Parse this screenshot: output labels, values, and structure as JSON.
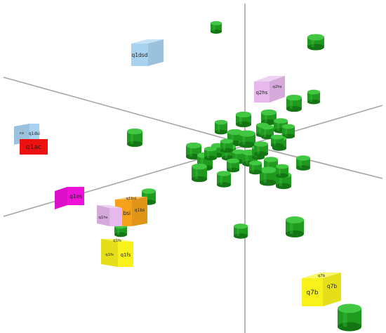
{
  "colors": {
    "background": "#ffffff",
    "axis": "#a6a6a6",
    "cylinder": "#1f9a1f",
    "cylinder_top": "#42c742",
    "cylinder_dark": "#137513"
  },
  "axes": [
    {
      "id": "vertical-axis"
    },
    {
      "id": "horizontal-axis"
    },
    {
      "id": "diagonal-axis-left-up"
    },
    {
      "id": "diagonal-axis-right-down"
    }
  ],
  "cubes": [
    {
      "id": "q1dsd",
      "front": "q1dsd",
      "side": "",
      "top": "",
      "color": "#a9d2f0"
    },
    {
      "id": "q2hs",
      "front": "q2hs",
      "side": "q2hs",
      "top": "",
      "color": "#e7b8ec"
    },
    {
      "id": "q1dsi",
      "front": "q1dsi",
      "side": "cx",
      "top": "",
      "color": "#a9d2f0"
    },
    {
      "id": "q1ac",
      "front": "q1ac",
      "side": "",
      "top": "",
      "color": "#ee1111"
    },
    {
      "id": "q1es",
      "front": "q1es",
      "side": "",
      "top": "",
      "color": "#ee11d8"
    },
    {
      "id": "q1bsi",
      "front": "q1bsi",
      "side": "q1bs",
      "top": "q1bsi",
      "color": "#f5a21a"
    },
    {
      "id": "q1hs-partial",
      "front": "",
      "side": "q1hs",
      "top": "",
      "color": "#e7b8ec"
    },
    {
      "id": "q1fs",
      "front": "q1fs",
      "side": "q1fs",
      "top": "q1fs",
      "color": "#f8f21a"
    },
    {
      "id": "q7b",
      "front": "q7b",
      "side": "q7b",
      "top": "q7b",
      "color": "#f8f21a"
    }
  ],
  "cylinder_count": 40
}
